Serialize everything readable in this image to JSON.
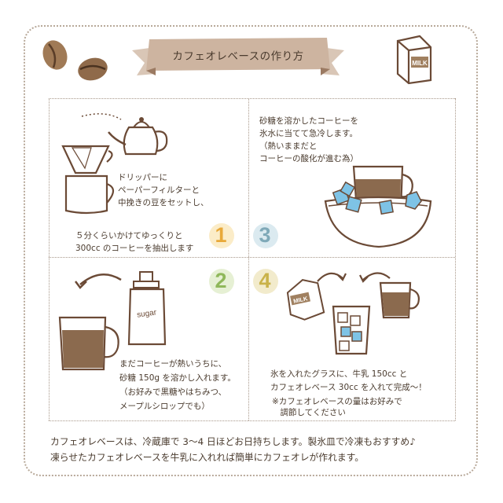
{
  "title": "カフェオレベースの作り方",
  "steps": {
    "s1": {
      "number": "1",
      "text_a": "ドリッパーに\nペーパーフィルターと\n中挽きの豆をセットし、",
      "text_b": "５分くらいかけてゆっくりと\n300cc のコーヒーを抽出します"
    },
    "s2": {
      "number": "2",
      "text": "まだコーヒーが熱いうちに、\n砂糖 150g を溶かし入れます。\n（お好みで黒糖やはちみつ、\nメープルシロップでも）",
      "jar_label": "sugar"
    },
    "s3": {
      "number": "3",
      "text": "砂糖を溶かしたコーヒーを\n氷水に当てて急冷します。\n（熱いままだと\nコーヒーの酸化が進む為）"
    },
    "s4": {
      "number": "4",
      "text": "氷を入れたグラスに、牛乳 150cc と\nカフェオレベース 30cc を入れて完成～！",
      "note": "※カフェオレベースの量はお好みで\n　調節してください",
      "milk_label": "MILK"
    }
  },
  "milk_corner_label": "MILK",
  "footer": {
    "line1": "カフェオレベースは、冷蔵庫で 3～4 日ほどお日持ちします。製氷皿で冷凍もおすすめ♪",
    "line2": "凍らせたカフェオレベースを牛乳に入れれば簡単にカフェオレが作れます。"
  },
  "colors": {
    "n1": "#e8a93a",
    "n2": "#8fb85a",
    "n3": "#7fa9b8",
    "n4": "#c9b24a",
    "coffee": "#8b6a4e",
    "line": "#6b4a36",
    "ice": "#7ec3e6"
  }
}
